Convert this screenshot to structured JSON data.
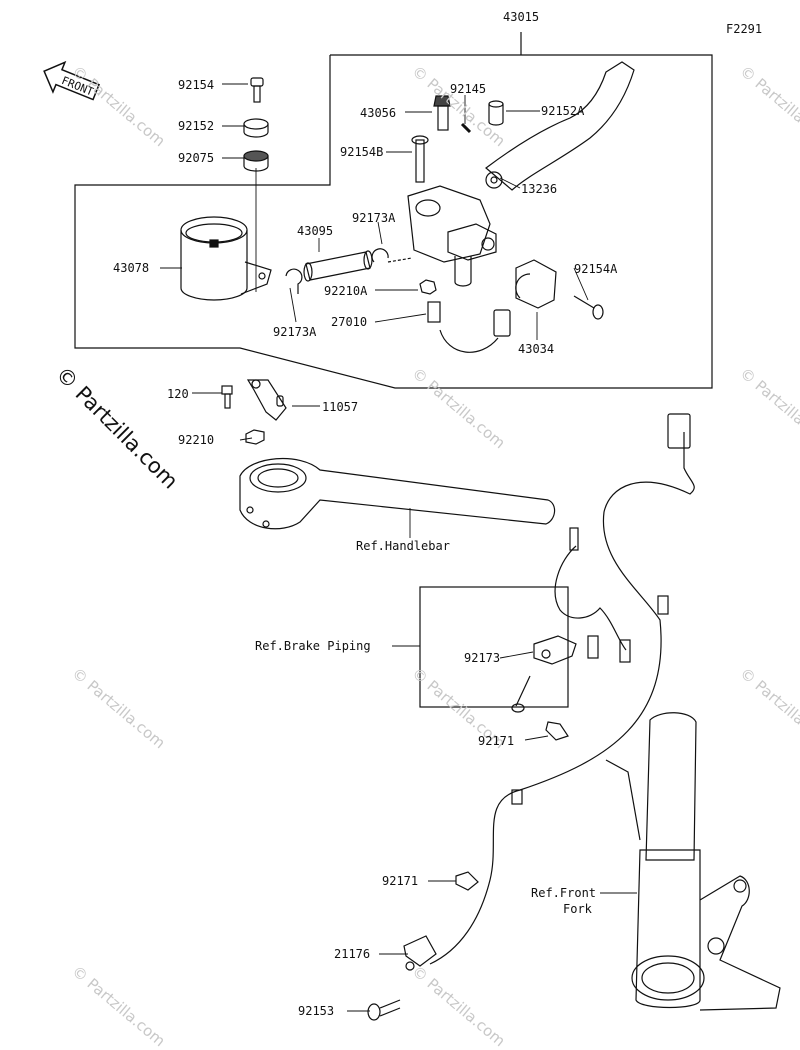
{
  "diagram_code": "F2291",
  "brand": "© Partzilla.com",
  "watermark": "© Partzilla.com",
  "front_label": "FRONT",
  "parts": {
    "p43015": "43015",
    "p92154": "92154",
    "p92152": "92152",
    "p92075": "92075",
    "p43078": "43078",
    "p43095": "43095",
    "p92173A_top": "92173A",
    "p92173A_bot": "92173A",
    "p92210A": "92210A",
    "p27010": "27010",
    "p43056": "43056",
    "p92145": "92145",
    "p92152A": "92152A",
    "p92154B": "92154B",
    "p13236": "13236",
    "p92154A": "92154A",
    "p43034": "43034",
    "p120": "120",
    "p11057": "11057",
    "p92210": "92210",
    "p92173": "92173",
    "p92171_a": "92171",
    "p92171_b": "92171",
    "p21176": "21176",
    "p92153": "92153"
  },
  "refs": {
    "handlebar": "Ref.Handlebar",
    "brake_piping": "Ref.Brake Piping",
    "front_fork_1": "Ref.Front",
    "front_fork_2": "Fork"
  }
}
